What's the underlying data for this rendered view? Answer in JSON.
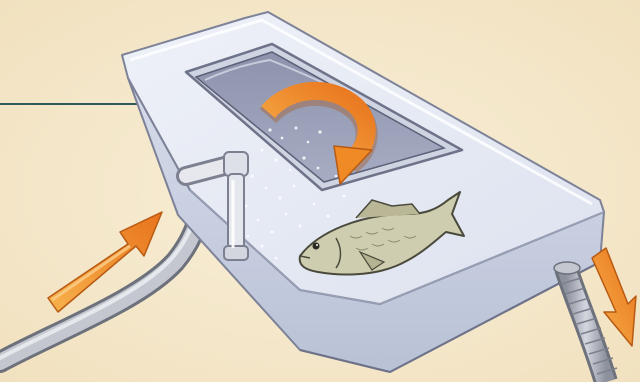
{
  "diagram": {
    "background": "#f5e8cc",
    "colors": {
      "tank_body": "#e8ecf4",
      "tank_shadow": "#c9d0e3",
      "tank_outline": "#8a8fa5",
      "water": "#8f96b0",
      "flow_arrow": "#f29a2e",
      "flow_arrow_dark": "#d9691a",
      "fish": "#c9c7a8",
      "hose": "#b0b4c0",
      "leader_line": "#2f5a5a"
    },
    "parts": [
      "livewell-tank",
      "intake-hose",
      "spray-pipe",
      "drain-hose",
      "fish",
      "circulation-arrow",
      "inflow-arrow",
      "outflow-arrow",
      "pointer-line"
    ]
  }
}
